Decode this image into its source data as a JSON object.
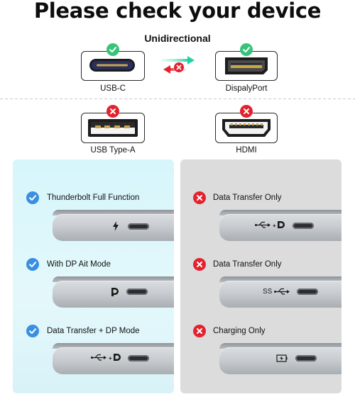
{
  "title": "Please check your device",
  "subtitle": "Unidirectional",
  "ports": {
    "usbc": {
      "label": "USB-C",
      "status": "check"
    },
    "displayport": {
      "label": "DispalyPort",
      "status": "check"
    },
    "usba": {
      "label": "USB Type-A",
      "status": "cross"
    },
    "hdmi": {
      "label": "HDMI",
      "status": "cross"
    }
  },
  "left_panel": {
    "items": [
      {
        "label": "Thunderbolt Full Function",
        "status": "check",
        "symbol": "thunderbolt"
      },
      {
        "label": "With DP Ait Mode",
        "status": "check",
        "symbol": "displayport"
      },
      {
        "label": "Data Transfer + DP Mode",
        "status": "check",
        "symbol": "usb+displayport"
      }
    ]
  },
  "right_panel": {
    "items": [
      {
        "label": "Data Transfer Only",
        "status": "cross",
        "symbol": "usb+displayport"
      },
      {
        "label": "Data Transfer Only",
        "status": "cross",
        "symbol": "ss-usb",
        "symbol_text": "SS"
      },
      {
        "label": "Charging Only",
        "status": "cross",
        "symbol": "charging"
      }
    ]
  },
  "colors": {
    "check": "#37c47a",
    "cross": "#e4222e",
    "blue_check": "#3a8fe0",
    "arrow_green": "#2dd4a6",
    "arrow_red": "#e4222e"
  }
}
